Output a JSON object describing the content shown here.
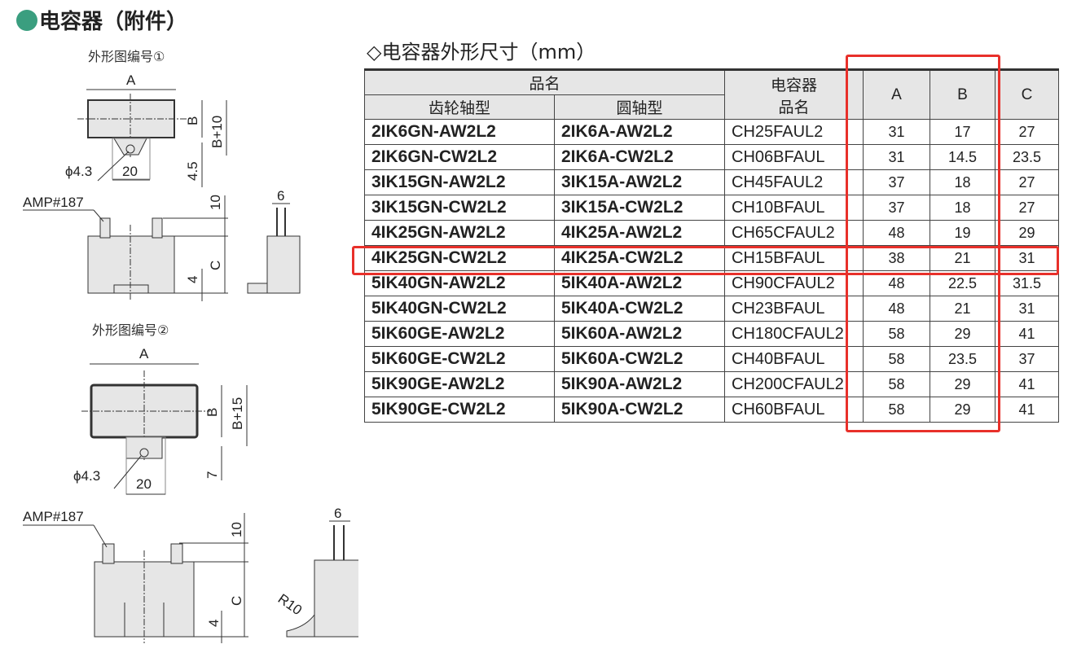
{
  "title": "电容器（附件）",
  "colors": {
    "accent": "#3a9e7f",
    "highlight": "#e8302a"
  },
  "drawing1": {
    "caption": "外形图编号①",
    "dim_a": "A",
    "dim_b": "B",
    "dim_b10": "B+10",
    "dim_45": "4.5",
    "dim_phi": "ϕ4.3",
    "dim_20": "20",
    "amp": "AMP#187",
    "dim_10": "10",
    "dim_c": "C",
    "dim_4": "4",
    "dim_6": "6"
  },
  "drawing2": {
    "caption": "外形图编号②",
    "dim_a": "A",
    "dim_b": "B",
    "dim_b15": "B+15",
    "dim_7": "7",
    "dim_phi": "ϕ4.3",
    "dim_20": "20",
    "amp": "AMP#187",
    "dim_10": "10",
    "dim_c": "C",
    "dim_4": "4",
    "dim_6": "6",
    "dim_r": "R10"
  },
  "table": {
    "subtitle": "◇电容器外形尺寸（mm）",
    "header": {
      "product": "品名",
      "gear": "齿轮轴型",
      "round": "圆轴型",
      "cap1": "电容器",
      "cap2": "品名",
      "a": "A",
      "b": "B",
      "c": "C"
    },
    "rows": [
      [
        "2IK6GN-AW2L2",
        "2IK6A-AW2L2",
        "CH25FAUL2",
        "31",
        "17",
        "27"
      ],
      [
        "2IK6GN-CW2L2",
        "2IK6A-CW2L2",
        "CH06BFAUL",
        "31",
        "14.5",
        "23.5"
      ],
      [
        "3IK15GN-AW2L2",
        "3IK15A-AW2L2",
        "CH45FAUL2",
        "37",
        "18",
        "27"
      ],
      [
        "3IK15GN-CW2L2",
        "3IK15A-CW2L2",
        "CH10BFAUL",
        "37",
        "18",
        "27"
      ],
      [
        "4IK25GN-AW2L2",
        "4IK25A-AW2L2",
        "CH65CFAUL2",
        "48",
        "19",
        "29"
      ],
      [
        "4IK25GN-CW2L2",
        "4IK25A-CW2L2",
        "CH15BFAUL",
        "38",
        "21",
        "31"
      ],
      [
        "5IK40GN-AW2L2",
        "5IK40A-AW2L2",
        "CH90CFAUL2",
        "48",
        "22.5",
        "31.5"
      ],
      [
        "5IK40GN-CW2L2",
        "5IK40A-CW2L2",
        "CH23BFAUL",
        "48",
        "21",
        "31"
      ],
      [
        "5IK60GE-AW2L2",
        "5IK60A-AW2L2",
        "CH180CFAUL2",
        "58",
        "29",
        "41"
      ],
      [
        "5IK60GE-CW2L2",
        "5IK60A-CW2L2",
        "CH40BFAUL",
        "58",
        "23.5",
        "37"
      ],
      [
        "5IK90GE-AW2L2",
        "5IK90A-AW2L2",
        "CH200CFAUL2",
        "58",
        "29",
        "41"
      ],
      [
        "5IK90GE-CW2L2",
        "5IK90A-CW2L2",
        "CH60BFAUL",
        "58",
        "29",
        "41"
      ]
    ]
  }
}
